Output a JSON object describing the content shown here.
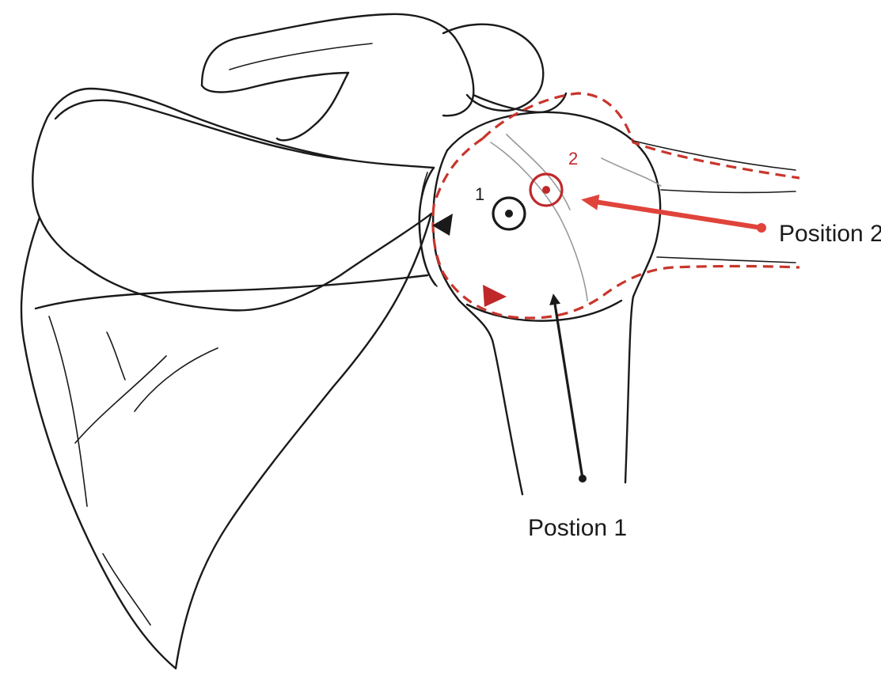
{
  "labels": {
    "position_1": "Postion 1",
    "position_2": "Position 2",
    "marker_1": "1",
    "marker_2": "2"
  },
  "colors": {
    "outline": "#1a1a1a",
    "accent_red": "#e0433a",
    "dashed_red": "#c9352c",
    "marker_red": "#c0282a",
    "gray_line": "#9a9a9a",
    "background": "#ffffff"
  },
  "icons": {
    "marker_1": "circled-dot-icon",
    "marker_2": "circled-dot-icon",
    "arrowhead_black": "triangle-arrowhead-icon",
    "arrowhead_red": "triangle-arrowhead-icon"
  }
}
